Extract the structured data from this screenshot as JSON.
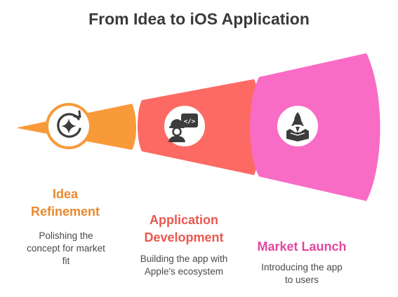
{
  "title": "From Idea to iOS Application",
  "colors": {
    "stage1": "#f99a3a",
    "stage2": "#fd6a63",
    "stage3": "#f86cc6",
    "title_stage1": "#e8892f",
    "title_stage2": "#e9584f",
    "title_stage3": "#e0489f",
    "icon": "#3c3c3c"
  },
  "stages": [
    {
      "title_lines": [
        "Idea",
        "Refinement"
      ],
      "description_lines": [
        "Polishing the",
        "concept for market",
        "fit"
      ],
      "icon": "refresh-sparkle-icon"
    },
    {
      "title_lines": [
        "Application",
        "Development"
      ],
      "description_lines": [
        "Building the app with",
        "Apple's ecosystem"
      ],
      "icon": "developer-with-code-icon"
    },
    {
      "title_lines": [
        "Market Launch"
      ],
      "description_lines": [
        "Introducing the app",
        "to users"
      ],
      "icon": "rocket-launch-icon"
    }
  ]
}
